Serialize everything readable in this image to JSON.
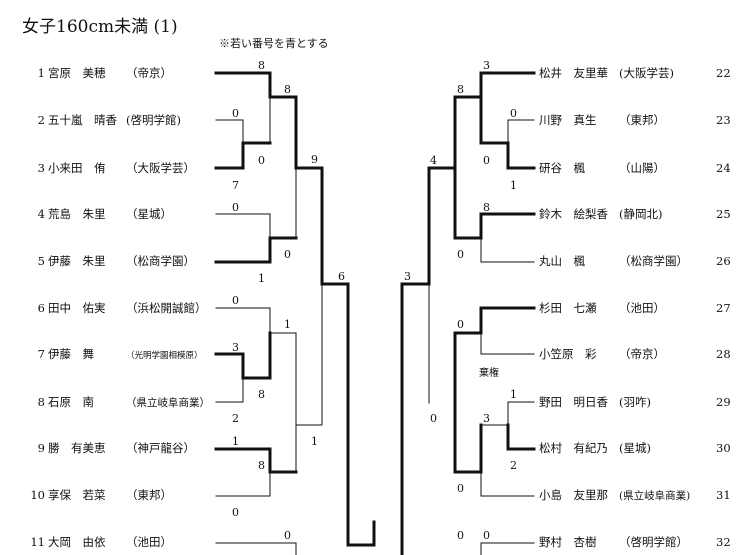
{
  "title": "女子160cm未満 (1)",
  "note": "※若い番号を青とする",
  "left_entries": [
    {
      "num": "1",
      "name": "宮原　美穂",
      "team": "（帝京）"
    },
    {
      "num": "2",
      "name": "五十嵐　晴香",
      "team": "(啓明学館)"
    },
    {
      "num": "3",
      "name": "小来田　侑",
      "team": "（大阪学芸）"
    },
    {
      "num": "4",
      "name": "荒島　朱里",
      "team": "（星城）"
    },
    {
      "num": "5",
      "name": "伊藤　朱里",
      "team": "（松商学園）"
    },
    {
      "num": "6",
      "name": "田中　佑実",
      "team": "（浜松開誠館）"
    },
    {
      "num": "7",
      "name": "伊藤　舞",
      "team": "（光明学園相模原）"
    },
    {
      "num": "8",
      "name": "石原　南",
      "team": "（県立岐阜商業）"
    },
    {
      "num": "9",
      "name": "勝　有美恵",
      "team": "（神戸龍谷）"
    },
    {
      "num": "10",
      "name": "享保　若菜",
      "team": "（東邦）"
    },
    {
      "num": "11",
      "name": "大岡　由依",
      "team": "（池田）"
    }
  ],
  "right_entries": [
    {
      "num": "22",
      "name": "松井　友里華",
      "team": "(大阪学芸)"
    },
    {
      "num": "23",
      "name": "川野　真生",
      "team": "（東邦）"
    },
    {
      "num": "24",
      "name": "研谷　楓",
      "team": "（山陽）"
    },
    {
      "num": "25",
      "name": "鈴木　絵梨香",
      "team": "(静岡北)"
    },
    {
      "num": "26",
      "name": "丸山　楓",
      "team": "（松商学園）"
    },
    {
      "num": "27",
      "name": "杉田　七瀬",
      "team": "（池田）"
    },
    {
      "num": "28",
      "name": "小笠原　彩",
      "team": "（帝京）"
    },
    {
      "num": "29",
      "name": "野田　明日香",
      "team": "(羽咋)"
    },
    {
      "num": "30",
      "name": "松村　有紀乃",
      "team": "(星城)"
    },
    {
      "num": "31",
      "name": "小島　友里那",
      "team": "(県立岐阜商業)"
    },
    {
      "num": "32",
      "name": "野村　杏樹",
      "team": "（啓明学館）"
    }
  ],
  "scores": {
    "s1": "8",
    "s2": "0",
    "s3": "7",
    "s4": "8",
    "s5": "0",
    "s6": "0",
    "s7": "1",
    "s8": "0",
    "s9": "9",
    "s10": "0",
    "s11": "3",
    "s12": "1",
    "s13": "2",
    "s14": "8",
    "s15": "1",
    "s16": "1",
    "s17": "8",
    "s18": "0",
    "s19": "0",
    "s20": "6",
    "r1": "3",
    "r2": "8",
    "r3": "0",
    "r4": "0",
    "r5": "1",
    "r6": "4",
    "r7": "8",
    "r8": "0",
    "r9": "3",
    "r10": "0",
    "r11": "0",
    "r12": "1",
    "r13": "3",
    "r14": "0",
    "r15": "2",
    "r16": "0",
    "r17": "0"
  },
  "forfeit_label": "棄権"
}
